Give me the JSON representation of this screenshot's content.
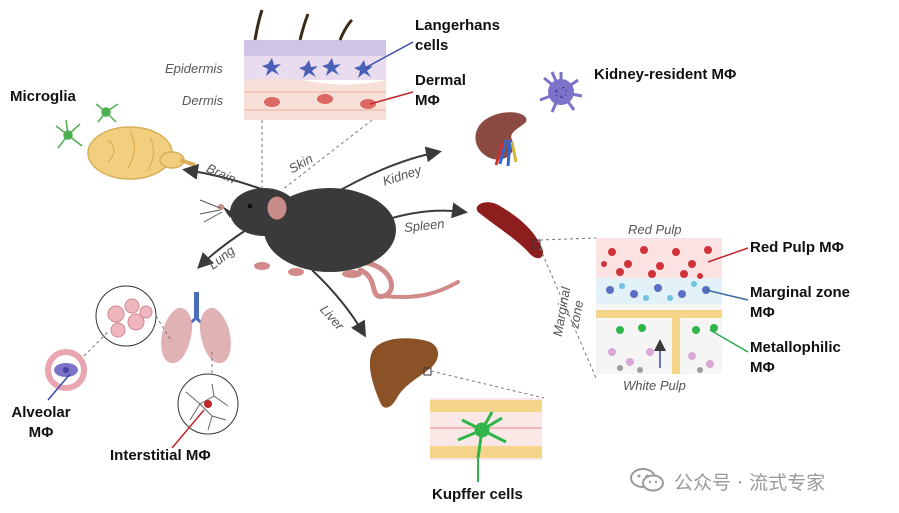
{
  "labels": {
    "langerhans_line1": "Langerhans",
    "langerhans_line2": "cells",
    "dermal_line1": "Dermal",
    "dermal_line2": "MΦ",
    "kidney_resident": "Kidney-resident MΦ",
    "microglia": "Microglia",
    "red_pulp": "Red Pulp MΦ",
    "marginal_zone_line1": "Marginal zone",
    "marginal_zone_line2": "MΦ",
    "metallophilic_line1": "Metallophilic",
    "metallophilic_line2": "MΦ",
    "alveolar_line1": "Alveolar",
    "alveolar_line2": "MΦ",
    "interstitial": "Interstitial MΦ",
    "kupffer": "Kupffer cells"
  },
  "organs": {
    "brain": "Brain",
    "skin": "Skin",
    "kidney": "Kidney",
    "spleen": "Spleen",
    "lung": "Lung",
    "liver": "Liver"
  },
  "skin_layers": {
    "epidermis": "Epidermis",
    "dermis": "Dermis"
  },
  "spleen_regions": {
    "red_pulp": "Red Pulp",
    "marginal_zone_line1": "Marginal",
    "marginal_zone_line2": "zone",
    "white_pulp": "White Pulp"
  },
  "watermark": {
    "text": "公众号 · 流式专家",
    "icon": "wechat-icon"
  },
  "colors": {
    "mouse": "#3a3a3a",
    "mouse_ear": "#c98a8a",
    "brain": "#f2cf7e",
    "kidney": "#8b4a42",
    "spleen": "#8e1e1e",
    "liver": "#8a5226",
    "lung": "#e0b2b4",
    "langerhans_cell": "#4a5fb8",
    "dermal_cell": "#d9534f",
    "microglia_cell": "#4caf50",
    "kupffer_cell": "#2fb54a",
    "red_pulp_line": "#c0272d",
    "marginal_line": "#3a6aa3",
    "metallophilic_line": "#2fa84f"
  }
}
